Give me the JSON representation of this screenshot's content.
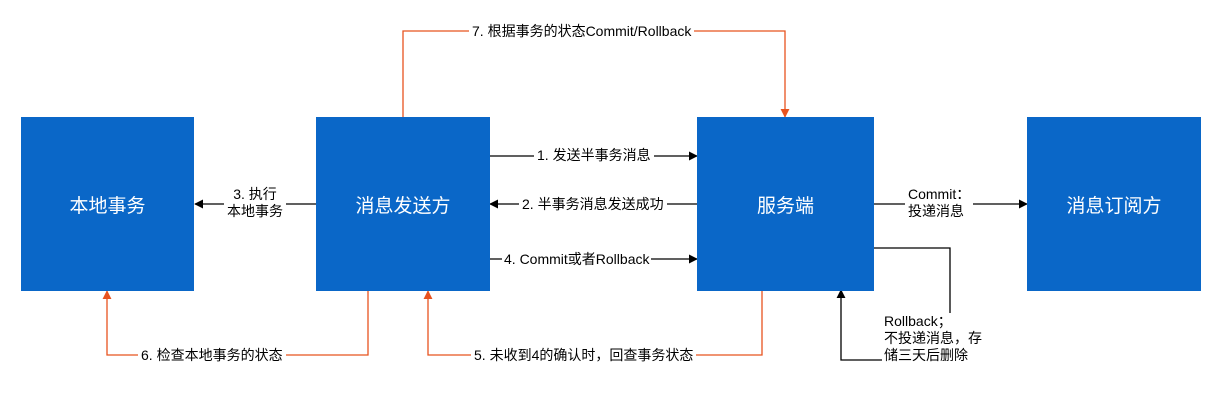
{
  "colors": {
    "box": "#0a67c8",
    "black_line": "#000000",
    "orange_line": "#e8531f",
    "text": "#000000"
  },
  "nodes": {
    "local_tx": "本地事务",
    "producer": "消息发送方",
    "server": "服务端",
    "subscriber": "消息订阅方"
  },
  "edges": {
    "step1": "1. 发送半事务消息",
    "step2": "2. 半事务消息发送成功",
    "step3_line1": "3. 执行",
    "step3_line2": "本地事务",
    "step4": "4. Commit或者Rollback",
    "step5": "5. 未收到4的确认时，回查事务状态",
    "step6": "6. 检查本地事务的状态",
    "step7": "7. 根据事务的状态Commit/Rollback",
    "commit_line1": "Commit：",
    "commit_line2": "投递消息",
    "rollback_line1": "Rollback；",
    "rollback_line2": "不投递消息，存",
    "rollback_line3": "储三天后删除"
  }
}
